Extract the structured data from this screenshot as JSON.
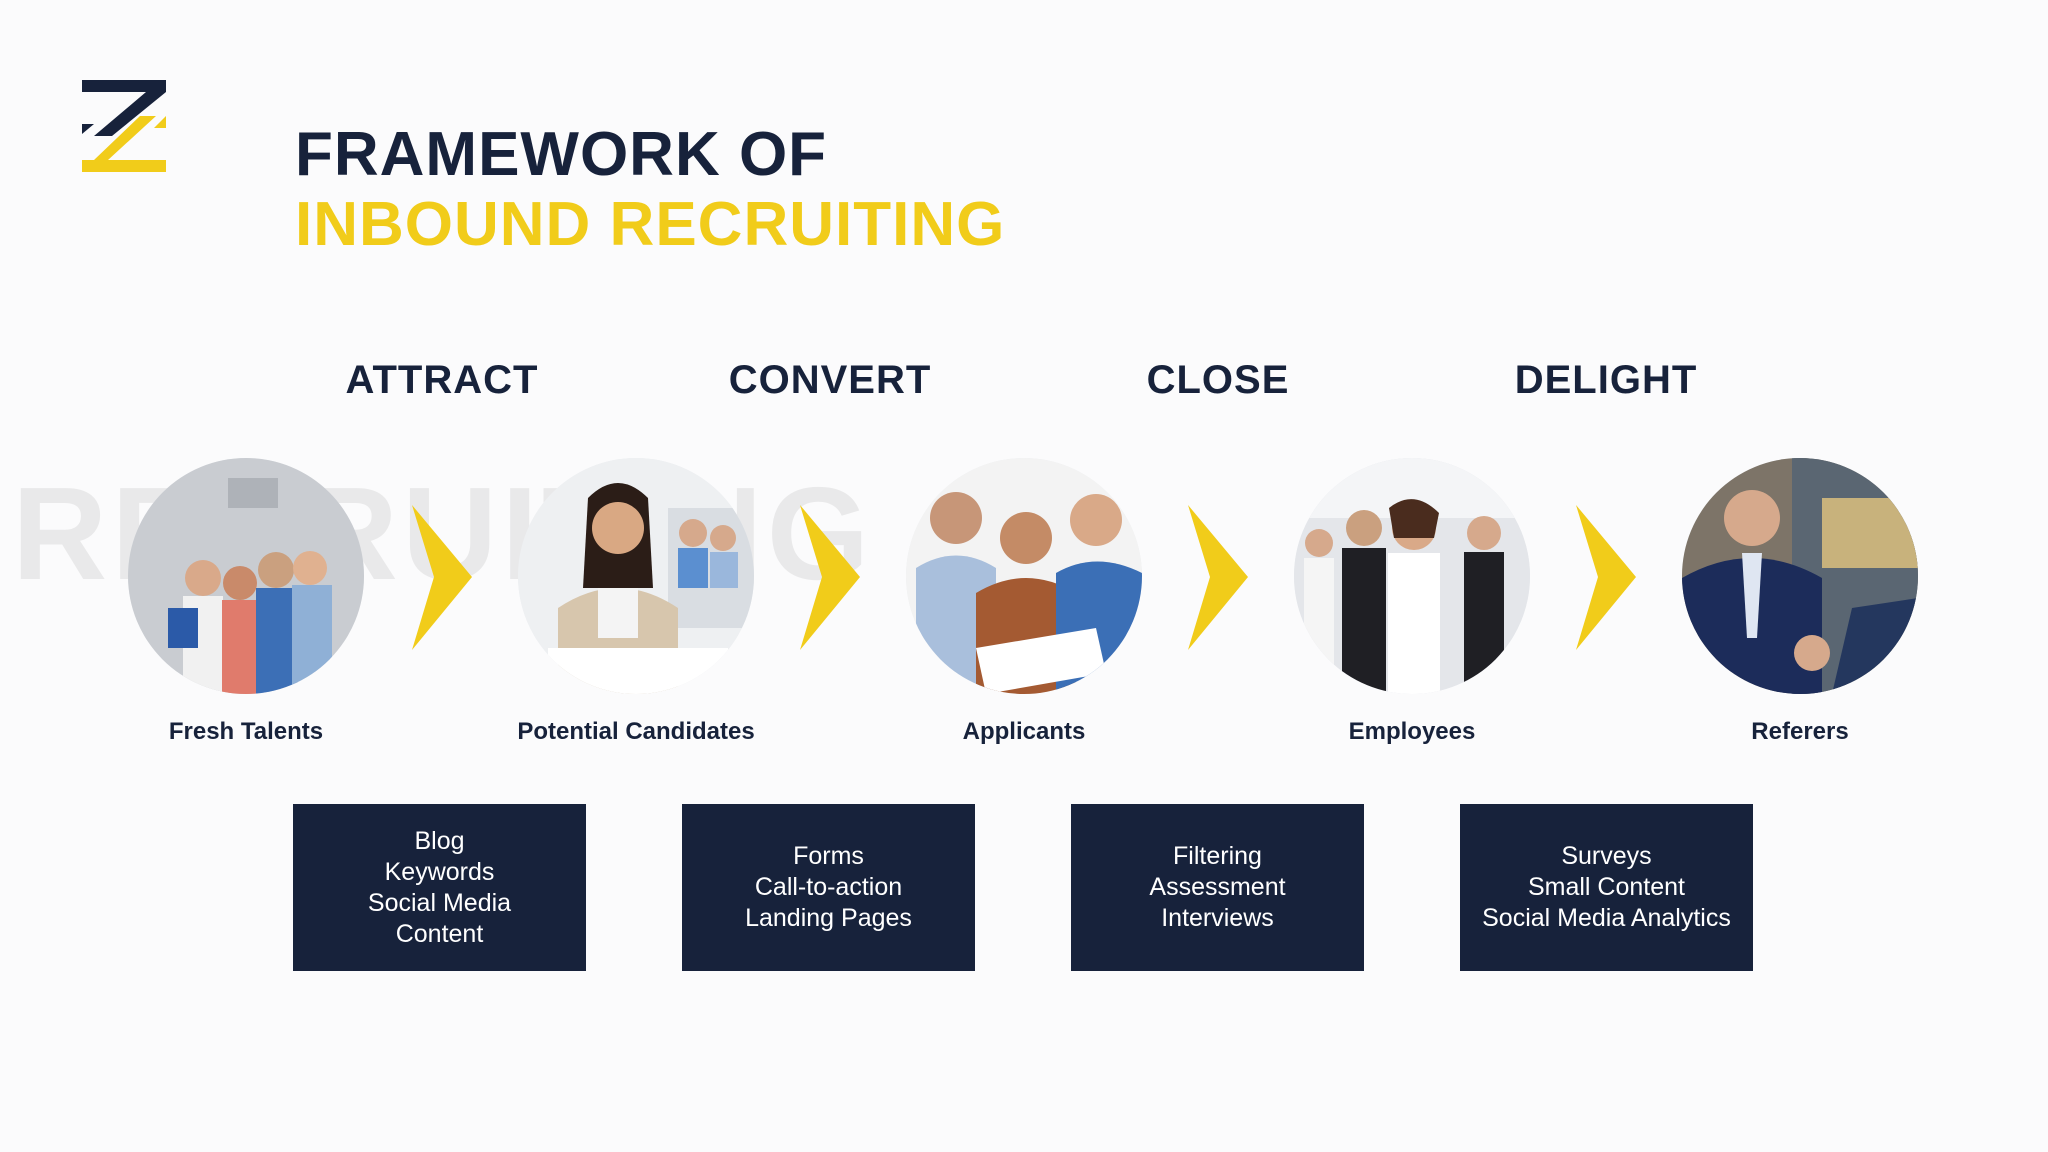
{
  "title": {
    "line1": "FRAMEWORK OF",
    "line2": "INBOUND RECRUITING"
  },
  "watermark": "RECRUITING",
  "colors": {
    "navy": "#17223b",
    "yellow": "#f1cc1a"
  },
  "stages": [
    "ATTRACT",
    "CONVERT",
    "CLOSE",
    "DELIGHT"
  ],
  "people": [
    "Fresh Talents",
    "Potential Candidates",
    "Applicants",
    "Employees",
    "Referers"
  ],
  "boxes": [
    [
      "Blog",
      "Keywords",
      "Social Media",
      "Content"
    ],
    [
      "Forms",
      "Call-to-action",
      "Landing Pages"
    ],
    [
      "Filtering",
      "Assessment",
      "Interviews"
    ],
    [
      "Surveys",
      "Small Content",
      "Social Media Analytics"
    ]
  ]
}
